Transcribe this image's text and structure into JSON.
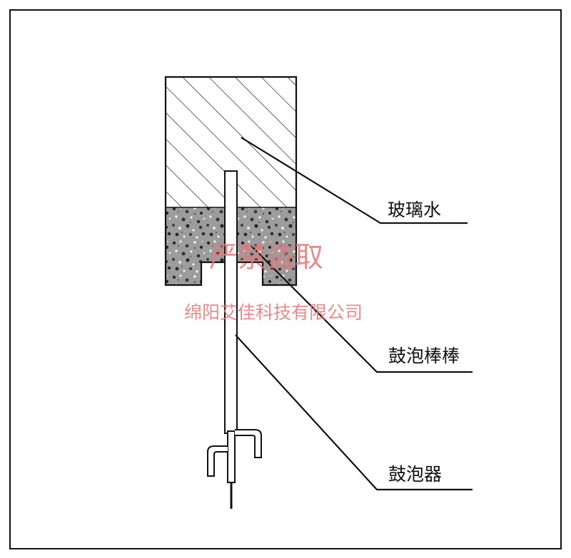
{
  "labels": {
    "glass_water": "玻璃水",
    "bubble_rod": "鼓泡棒棒",
    "bubbler": "鼓泡器"
  },
  "watermark": {
    "main": "严禁盗取",
    "company": "绵阳艾佳科技有限公司"
  },
  "colors": {
    "line": "#111111",
    "hatch": "#222222",
    "watermark": "#e8767a",
    "stone_base": "#a9a9a9"
  }
}
